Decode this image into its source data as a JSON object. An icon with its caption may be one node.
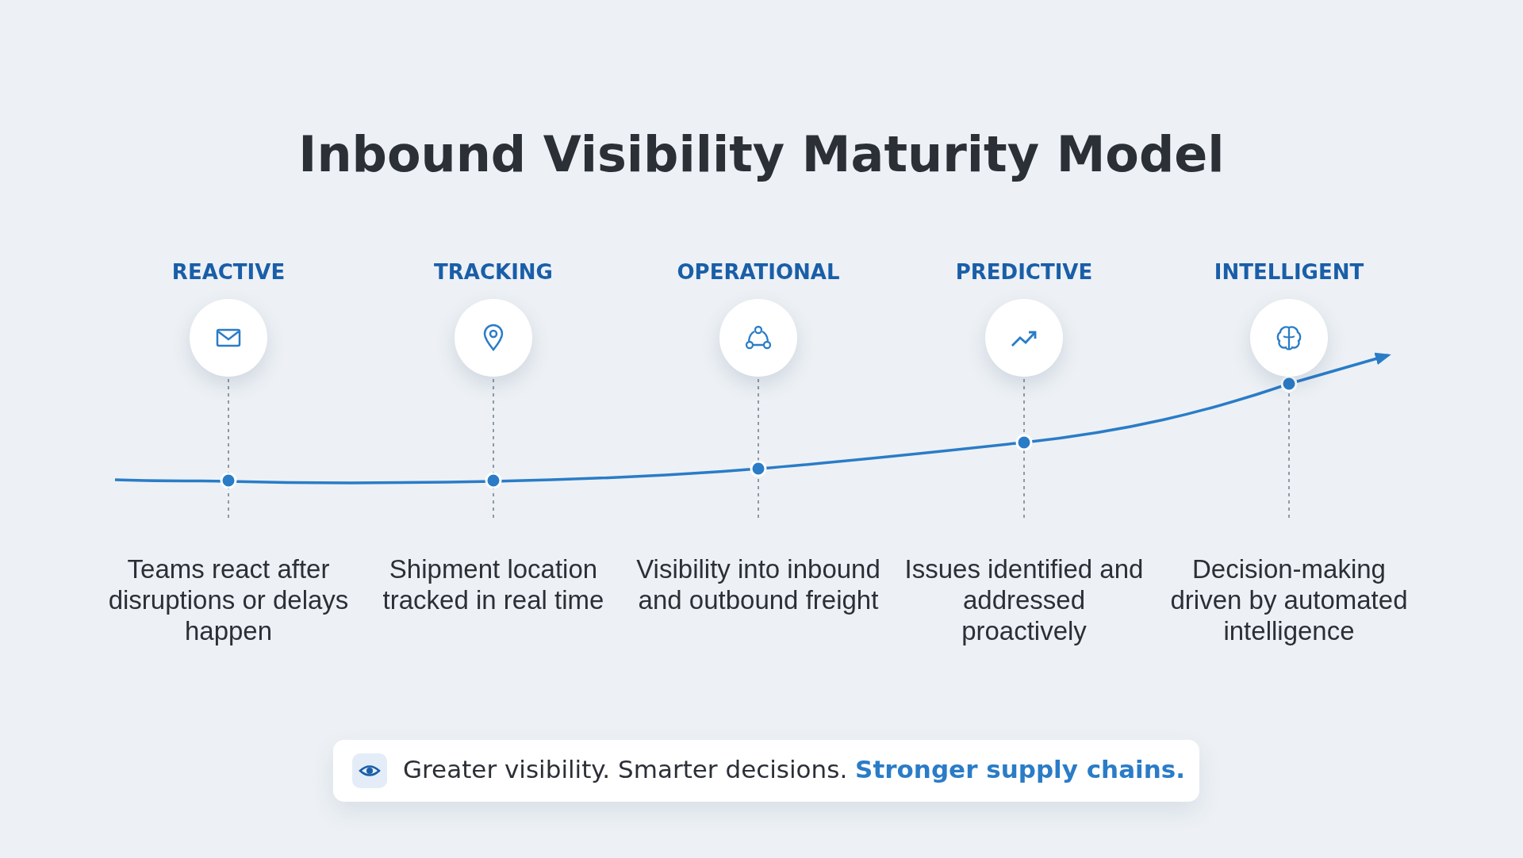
{
  "diagram": {
    "title": "Inbound Visibility Maturity Model",
    "nodes": [
      {
        "text": [
          "REACTIVE"
        ]
      },
      {
        "text": [
          "TRACKING"
        ]
      },
      {
        "text": [
          "OPERATIONAL"
        ]
      },
      {
        "text": [
          "PREDICTIVE"
        ]
      },
      {
        "text": [
          "INTELLIGENT"
        ]
      }
    ],
    "labels": [
      "Teams react after disruptions or delays happen",
      "Shipment location tracked in real time",
      "Visibility into inbound and outbound freight",
      "Issues identified and addressed proactively",
      "Decision-making driven by automated intelligence",
      "Greater visibility. Smarter decisions. **Stronger supply chains.**"
    ]
  }
}
